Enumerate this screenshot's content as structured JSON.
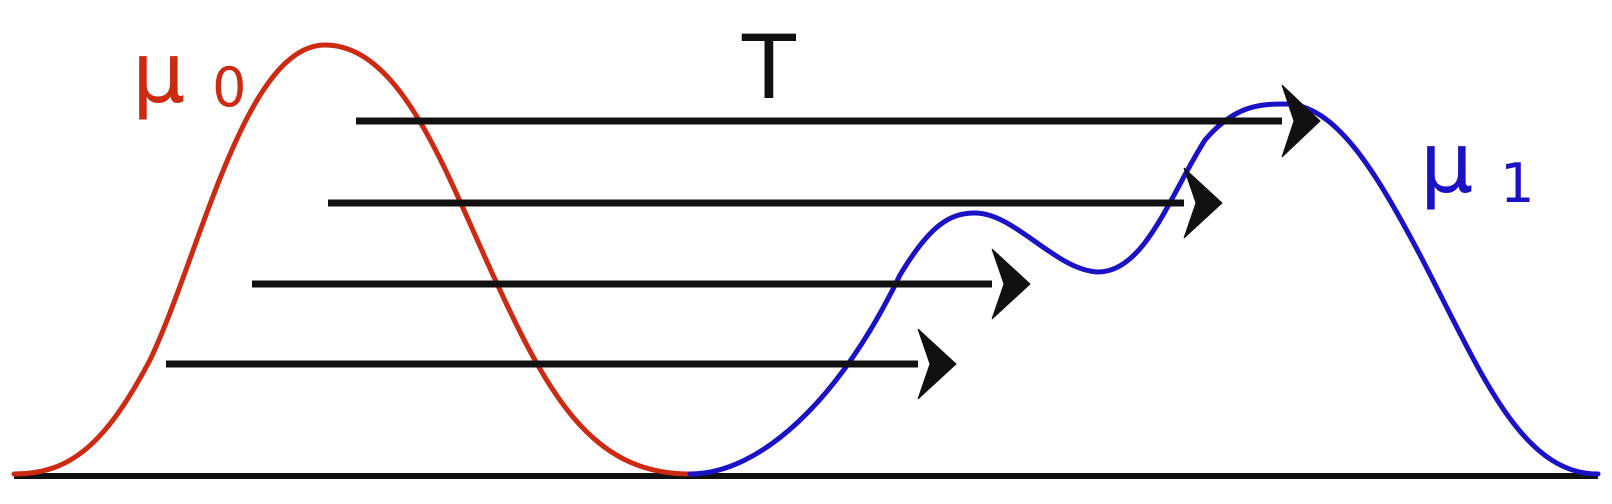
{
  "colors": {
    "source_curve": "#cc2a12",
    "target_curve": "#1a12c4",
    "arrows": "#111111",
    "baseline": "#111111",
    "background": "#ffffff"
  },
  "labels": {
    "source": {
      "main": "μ",
      "sub": "0"
    },
    "target": {
      "main": "μ",
      "sub": "1"
    },
    "map": "T"
  },
  "arrows": [
    {
      "id": 1
    },
    {
      "id": 2
    },
    {
      "id": 3
    },
    {
      "id": 4
    }
  ]
}
